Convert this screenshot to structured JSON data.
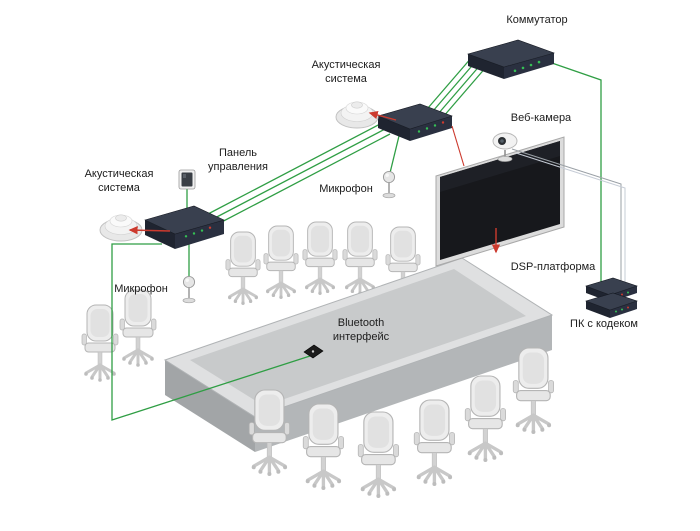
{
  "diagram": {
    "kind": "conference-room-av-scheme",
    "labels": {
      "switch": "Коммутатор",
      "speaker_top_line1": "Акустическая",
      "speaker_top_line2": "система",
      "webcam": "Веб-камера",
      "control_panel_line1": "Панель",
      "control_panel_line2": "управления",
      "speaker_left_line1": "Акустическая",
      "speaker_left_line2": "система",
      "mic_center": "Микрофон",
      "mic_left": "Микрофон",
      "dsp": "DSP-платформа",
      "pc_codec": "ПК с кодеком",
      "bluetooth_line1": "Bluetooth",
      "bluetooth_line2": "интерфейс"
    },
    "colors": {
      "signal_cable_green": "#2f9e44",
      "audio_cable_red": "#cc3a2e",
      "usb_cable_gray": "#9aa0a6",
      "device_dark": "#232836",
      "table_gray": "#d9dadb",
      "background": "#ffffff"
    }
  }
}
